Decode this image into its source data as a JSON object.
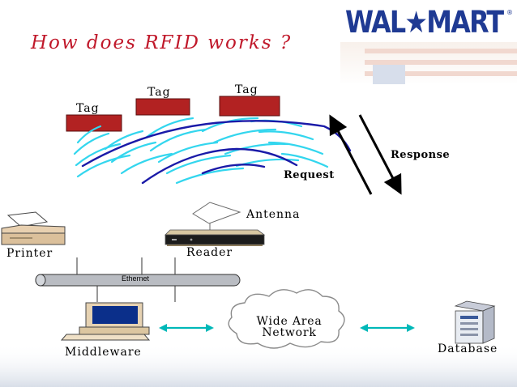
{
  "slide": {
    "title": "How does RFID works ?",
    "logo": {
      "text": "WAL★MART",
      "registered": "®"
    },
    "colors": {
      "title": "#c0182a",
      "tag_fill": "#b22222",
      "wave_light": "#33d6ee",
      "wave_dark": "#1a1aa8",
      "logo": "#1f3a93",
      "arrow_cyan": "#00b8b8"
    }
  },
  "diagram": {
    "tags": [
      "Tag",
      "Tag",
      "Tag"
    ],
    "request_label": "Request",
    "response_label": "Response",
    "antenna_label": "Antenna",
    "reader_label": "Reader",
    "printer_label": "Printer",
    "ethernet_label": "Ethernet",
    "middleware_label": "Middleware",
    "wan_line1": "Wide Area",
    "wan_line2": "Network",
    "database_label": "Database"
  }
}
